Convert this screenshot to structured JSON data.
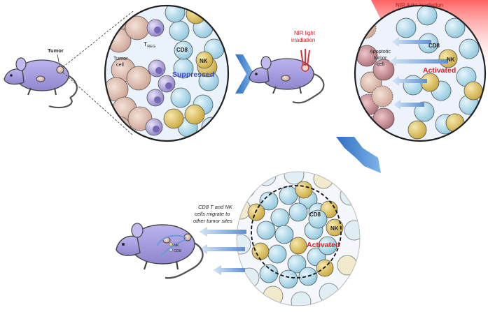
{
  "panel1": {
    "tumor_label": "Tumor",
    "tumor_cell_line1": "Tumor",
    "tumor_cell_line2": "cell",
    "treg_main": "T",
    "treg_sub": "REG",
    "cd8": "CD8",
    "nk": "NK",
    "status": "Suppressed"
  },
  "panel2": {
    "nir_line1": "NIR light",
    "nir_line2": "irradiation"
  },
  "panel3": {
    "nir_title": "NIR light irradiation",
    "apoptotic_line1": "Apoptotic",
    "apoptotic_line2": "tumor",
    "apoptotic_line3": "cell",
    "cd8": "CD8",
    "nk": "NK",
    "status": "Activated"
  },
  "panel4": {
    "migrate_line1": "CD8 T and NK",
    "migrate_line2": "cells migrate to",
    "migrate_line3": "other tumor sites",
    "mouse_nk": "NK",
    "mouse_cd8": "CD8",
    "cd8": "CD8",
    "nk": "NK",
    "status": "Activated"
  },
  "colors": {
    "mouse_body": "#a79fdf",
    "tumor_cell": "#e8c9bb",
    "treg": "#b3a8dc",
    "cd8_cell": "#b7dcea",
    "nk_cell": "#e8cf7a",
    "suppressed": "#3f48c8",
    "activated": "#d6202a",
    "arrow": "#4a8fd6"
  }
}
